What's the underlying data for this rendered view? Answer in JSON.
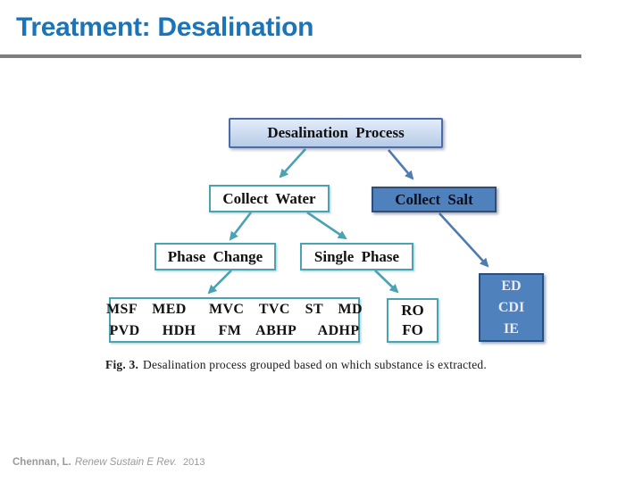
{
  "slide": {
    "title": "Treatment: Desalination",
    "citation": {
      "authors": "Chennan, L.",
      "journal": "Renew Sustain E Rev.",
      "year": "2013"
    }
  },
  "figure": {
    "caption": {
      "label": "Fig. 3.",
      "text": "Desalination process grouped based on which substance is extracted."
    },
    "nodes": {
      "root": "Desalination Process",
      "collect_water": "Collect Water",
      "collect_salt": "Collect Salt",
      "phase_change": "Phase Change",
      "single_phase": "Single Phase",
      "phase_change_methods": {
        "line1": "MSF  MED   MVC  TVC  ST  MD",
        "line2": "PVD   HDH   FM  ABHP   ADHP"
      },
      "single_phase_methods": {
        "line1": "RO",
        "line2": "FO"
      },
      "collect_salt_methods": {
        "line1": "ED",
        "line2": "CDI",
        "line3": "IE"
      }
    },
    "edges": [
      {
        "from": "Desalination Process",
        "to": "Collect Water"
      },
      {
        "from": "Desalination Process",
        "to": "Collect Salt"
      },
      {
        "from": "Collect Water",
        "to": "Phase Change"
      },
      {
        "from": "Collect Water",
        "to": "Single Phase"
      },
      {
        "from": "Collect Salt",
        "to": "ED CDI IE"
      },
      {
        "from": "Phase Change",
        "to": "MSF MED MVC TVC ST MD PVD HDH FM ABHP ADHP"
      },
      {
        "from": "Single Phase",
        "to": "RO FO"
      }
    ],
    "colors": {
      "title_blue": "#1b74b8",
      "teal_accent": "#49a3b3",
      "office_blue": "#4f81bd",
      "office_blue_dark": "#2e4d79",
      "root_border": "#4a6da7",
      "rule_gray": "#7f7f7f",
      "citation_gray": "#9a9a9a"
    }
  }
}
